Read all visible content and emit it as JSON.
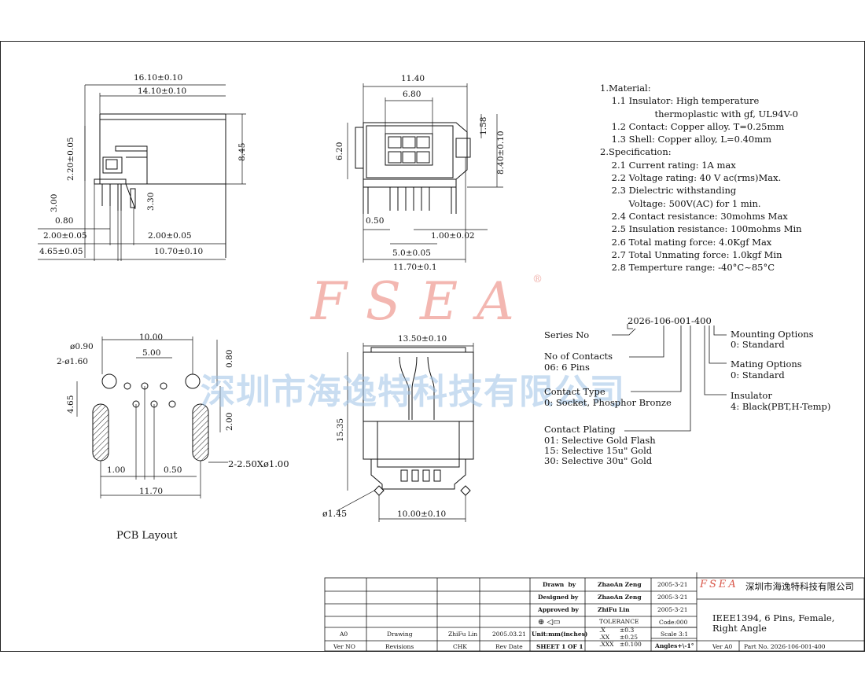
{
  "specs": {
    "lines": [
      "1.Material:",
      "    1.1 Insulator: High temperature",
      "                   thermoplastic with gf, UL94V-0",
      "    1.2 Contact: Copper alloy. T=0.25mm",
      "    1.3 Shell: Copper alloy, L=0.40mm",
      "2.Specification:",
      "    2.1 Current rating: 1A max",
      "    2.2 Voltage rating: 40 V ac(rms)Max.",
      "    2.3 Dielectric withstanding",
      "          Voltage: 500V(AC) for 1 min.",
      "    2.4 Contact resistance: 30mohms Max",
      "    2.5 Insulation resistance: 100mohms Min",
      "    2.6 Total mating force: 4.0Kgf Max",
      "    2.7 Total Unmating force: 1.0kgf Min",
      "    2.8 Temperture range: -40°C~85°C"
    ]
  },
  "watermark": {
    "logo": "FSEA",
    "registered": "®",
    "company_cn": "深圳市海逸特科技有限公司"
  },
  "dims": {
    "side": [
      "16.10±0.10",
      "14.10±0.10",
      "2.20±0.05",
      "8.45",
      "3.00",
      "3.30",
      "0.80",
      "2.00±0.05",
      "2.00±0.05",
      "4.65±0.05",
      "10.70±0.10"
    ],
    "front": [
      "11.40",
      "6.80",
      "6.20",
      "1.58",
      "8.40±0.10",
      "0.50",
      "1.00±0.02",
      "5.0±0.05",
      "11.70±0.1"
    ],
    "pcb": [
      "10.00",
      "ø0.90",
      "5.00",
      "2-ø1.60",
      "0.80",
      "4.65",
      "2.00",
      "2-2.50Xø1.00",
      "1.00",
      "0.50",
      "11.70"
    ],
    "top": [
      "13.50±0.10",
      "15.35",
      "ø1.45",
      "10.00±0.10"
    ]
  },
  "pcb_label": "PCB Layout",
  "part_number": {
    "code": "2026-106-001-400",
    "series_label": "Series No",
    "contacts_label": "No of Contacts",
    "contacts_value": "06: 6 Pins",
    "contact_type_label": "Contact Type",
    "contact_type_value": "0: Socket, Phosphor Bronze",
    "plating_label": "Contact Plating",
    "plating_values": [
      "01: Selective Gold Flash",
      "15: Selective 15u\" Gold",
      "30: Selective 30u\" Gold"
    ],
    "mounting_label": "Mounting Options",
    "mounting_value": "0: Standard",
    "mating_label": "Mating Options",
    "mating_value": "0: Standard",
    "insulator_label": "Insulator",
    "insulator_value": "4: Black(PBT,H-Temp)"
  },
  "title_block": {
    "drawn_label": "Drawn  by",
    "drawn_name": "ZhaoAn Zeng",
    "drawn_date": "2005-3-21",
    "designed_label": "Designed by",
    "designed_name": "ZhaoAn Zeng",
    "designed_date": "2005-3-21",
    "approved_label": "Approved by",
    "approved_name": "ZhiFu Lin",
    "approved_date": "2005-3-21",
    "tolerance_label": "TOLERANCE",
    "tol_x": ".X",
    "tol_x_v": "±0.3",
    "tol_xx": ".XX",
    "tol_xx_v": "±0.25",
    "tol_xxx": ".XXX",
    "tol_xxx_v": "±0.100",
    "code": "Code:000",
    "scale": "Scale 3:1",
    "angles": "Angles+\\-1°",
    "rev_a0": "A0",
    "rev_drawing": "Drawing",
    "rev_chk_name": "ZhiFu Lin",
    "rev_date": "2005.03.21",
    "units": "Unit:mm(inches)",
    "hdr_ver": "Ver NO",
    "hdr_revisions": "Revisions",
    "hdr_chk": "CHK",
    "hdr_rev_date": "Rev Date",
    "sheet": "SHEET 1 OF 1",
    "logo": "FSEA",
    "company_cn": "深圳市海逸特科技有限公司",
    "title_line1": "IEEE1394, 6 Pins, Female,",
    "title_line2": "Right Angle",
    "ver": "Ver A0",
    "part_no": "Part No. 2026-106-001-400"
  }
}
